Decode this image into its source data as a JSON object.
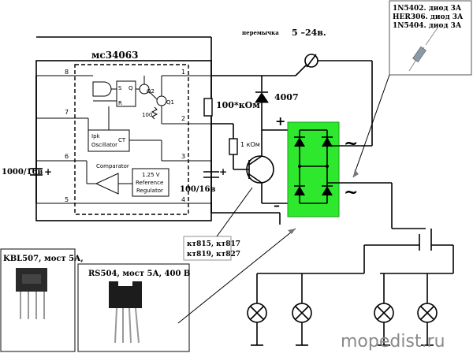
{
  "diagram": {
    "ic_name": "мс34063",
    "supply_note": "перемычка",
    "supply_range": "5 –24в.",
    "diode_list": [
      "1N5402. диод 3А",
      "HER306. диод 3А",
      "1N5404. диод 3А"
    ],
    "diode_4007": "4007",
    "resistor_100k": "100*кОм",
    "resistor_1k": "1 кОм",
    "cap_in": "1000/16в",
    "cap_out": "100/16в",
    "transistors": "кт815, кт817\nкт819, кт827",
    "transistor_line1": "кт815, кт817",
    "transistor_line2": "кт819, кт827",
    "bridge_kbl": "KBL507, мост 5А,",
    "bridge_rs": "RS504, мост 5А, 400 В",
    "watermark": "mopedist.ru",
    "ic_blocks": {
      "osc_label": "Oscillator",
      "ipk_label": "Ipk",
      "ct_label": "CT",
      "comparator": "Comparator",
      "ref_line1": "1.25 V",
      "ref_line2": "Reference",
      "ref_line3": "Regulator",
      "q1": "Q1",
      "q2": "Q2",
      "s": "S",
      "q": "Q",
      "r": "R",
      "r100": "100"
    },
    "pins": [
      "1",
      "2",
      "3",
      "4",
      "5",
      "6",
      "7",
      "8"
    ],
    "signs": {
      "plus": "+",
      "minus": "–",
      "ac": "~"
    }
  }
}
